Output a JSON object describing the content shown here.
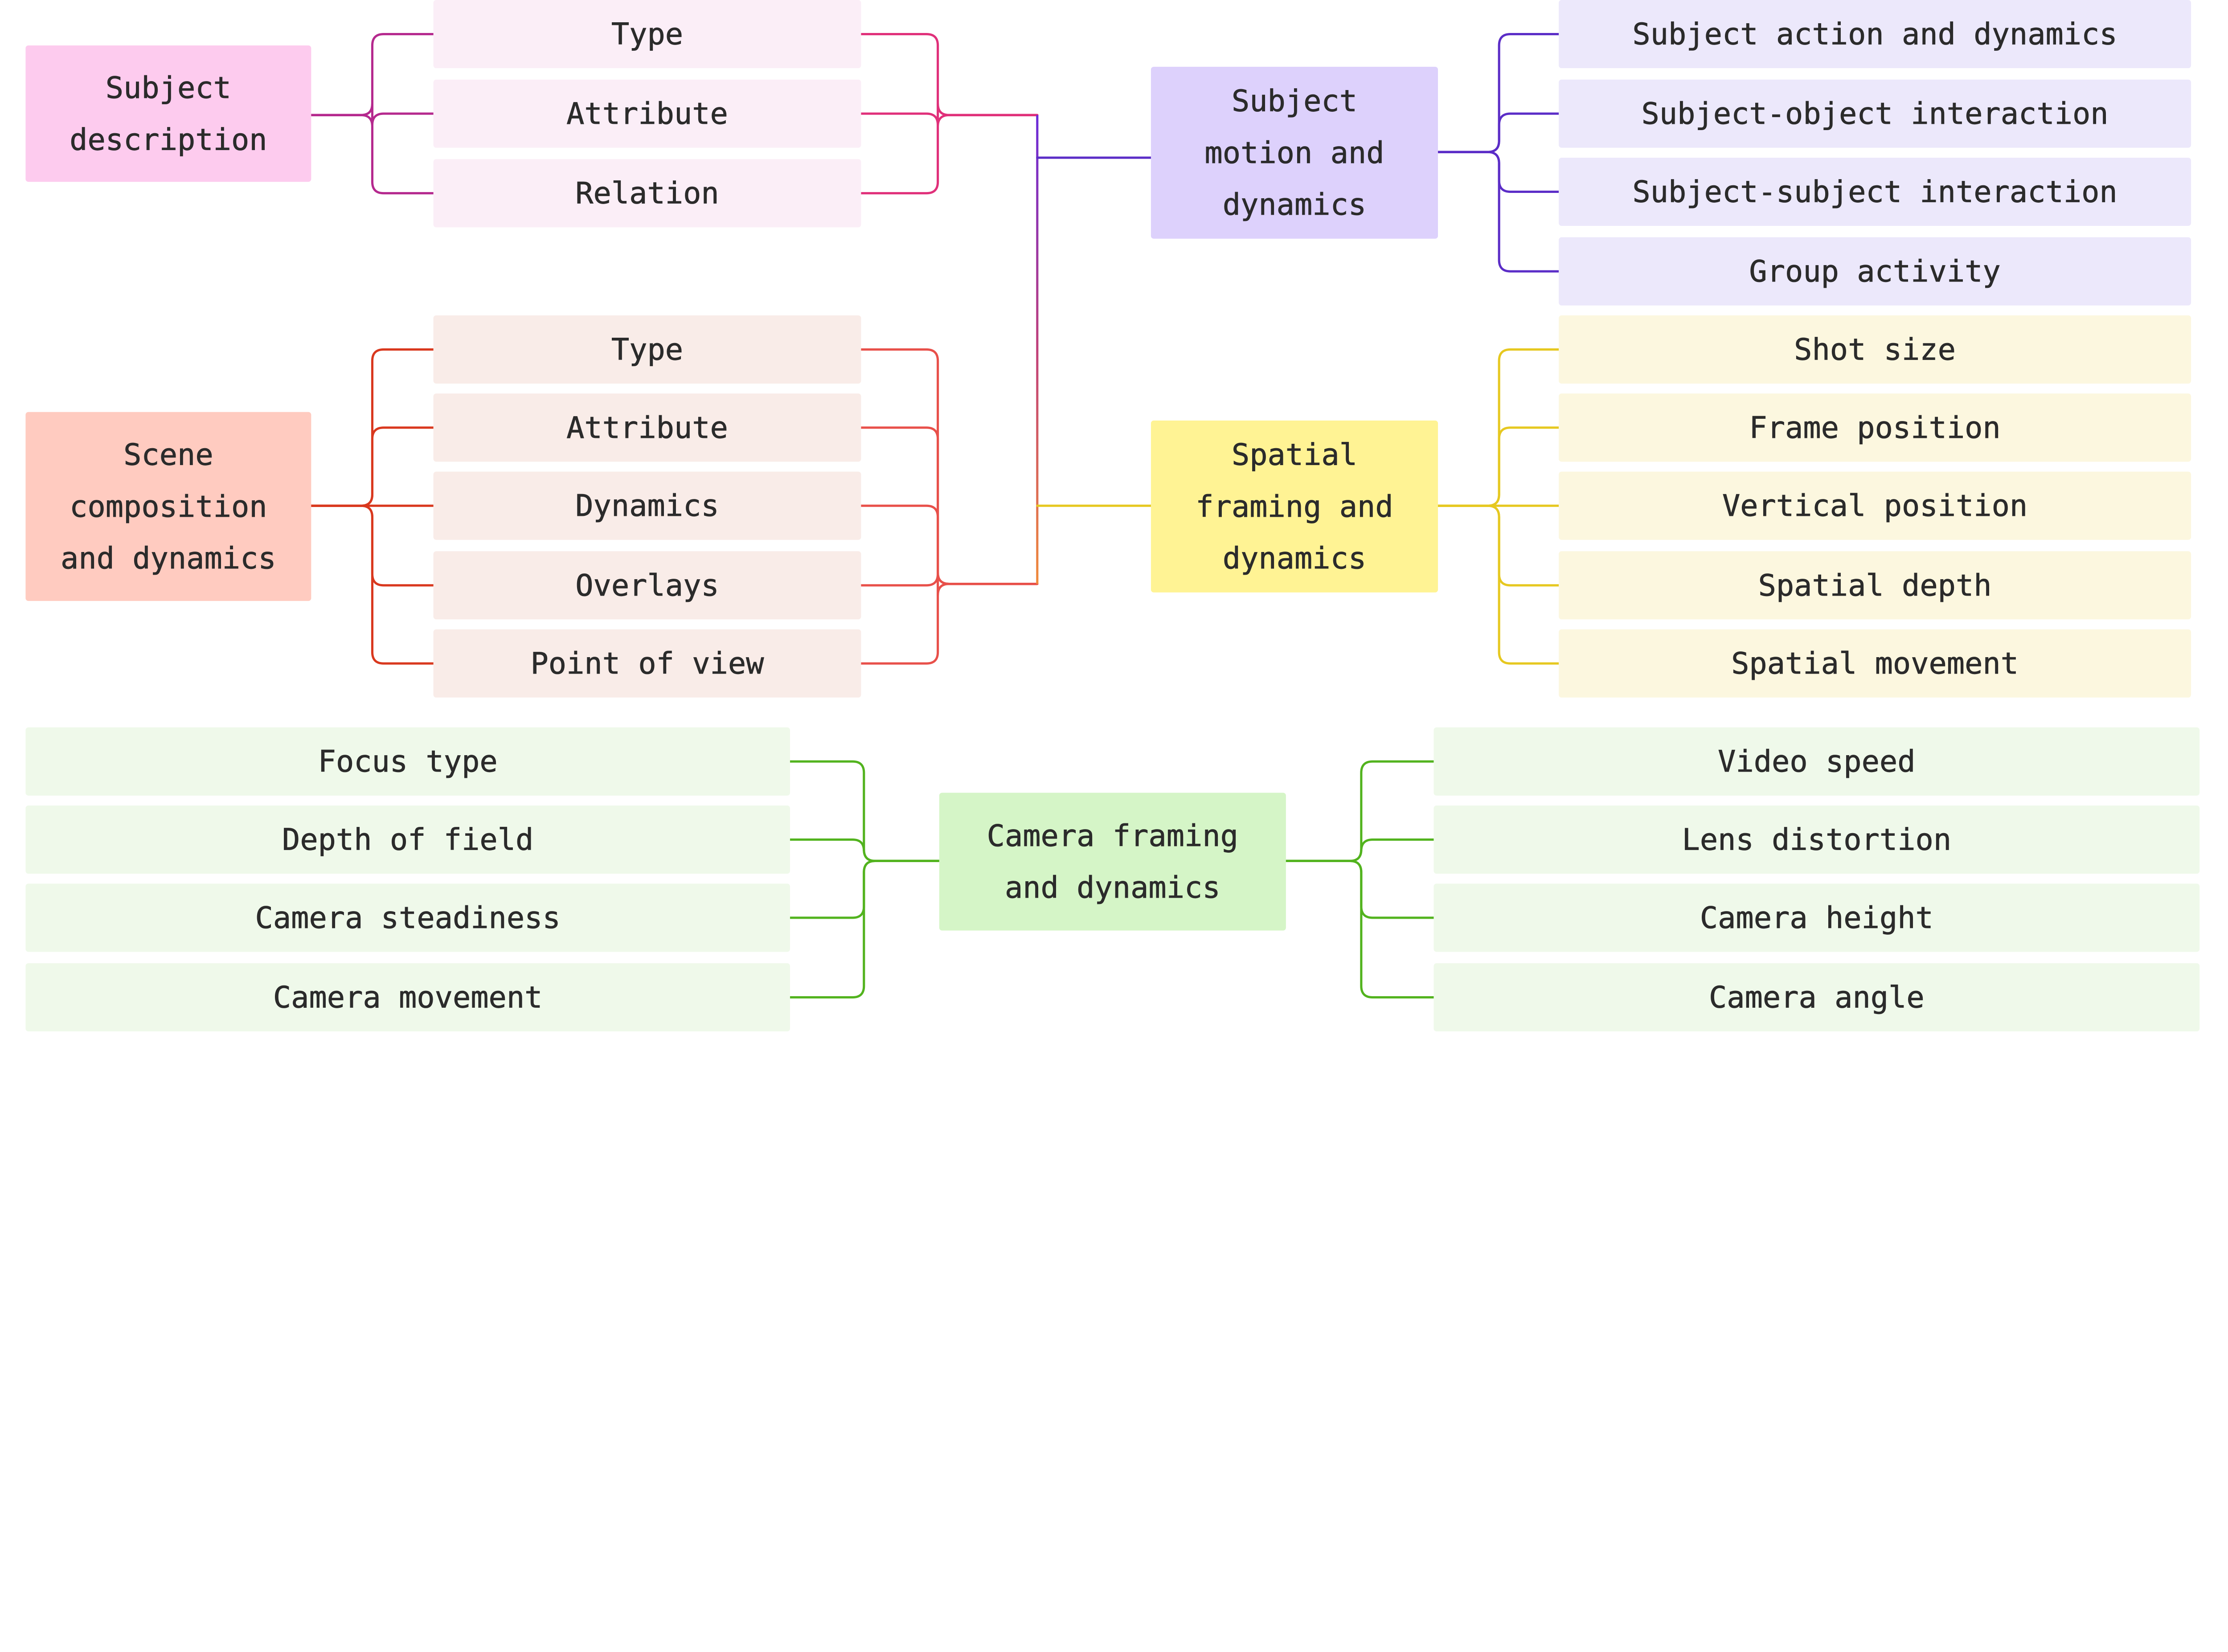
{
  "diagram": {
    "subject_description": {
      "label_lines": [
        "Subject",
        "description"
      ],
      "fill": "#fdcbee",
      "child_fill": "#fbeef7",
      "line_color": "#b5298e",
      "merge_color": "#e0307a",
      "children": [
        "Type",
        "Attribute",
        "Relation"
      ]
    },
    "scene_composition": {
      "label_lines": [
        "Scene",
        "composition",
        "and dynamics"
      ],
      "fill": "#ffcbc0",
      "child_fill": "#f9ece8",
      "line_color": "#d9381e",
      "merge_color": "#e8504a",
      "children": [
        "Type",
        "Attribute",
        "Dynamics",
        "Overlays",
        "Point of view"
      ]
    },
    "subject_motion": {
      "label_lines": [
        "Subject",
        "motion and",
        "dynamics"
      ],
      "fill": "#ddd1fc",
      "child_fill": "#ece8fb",
      "line_color": "#5b2dc7",
      "children": [
        "Subject action and dynamics",
        "Subject-object interaction",
        "Subject-subject interaction",
        "Group activity"
      ]
    },
    "spatial_framing": {
      "label_lines": [
        "Spatial",
        "framing and",
        "dynamics"
      ],
      "fill": "#fff394",
      "child_fill": "#fcf7df",
      "line_color": "#e6c820",
      "children": [
        "Shot size",
        "Frame position",
        "Vertical position",
        "Spatial depth",
        "Spatial movement"
      ]
    },
    "camera_framing": {
      "label_lines": [
        "Camera framing",
        "and dynamics"
      ],
      "fill": "#d5f5c7",
      "child_fill": "#eff9ea",
      "line_color": "#52b31e",
      "left_children": [
        "Focus type",
        "Depth of field",
        "Camera steadiness",
        "Camera movement"
      ],
      "right_children": [
        "Video speed",
        "Lens distortion",
        "Camera height",
        "Camera angle"
      ]
    }
  }
}
